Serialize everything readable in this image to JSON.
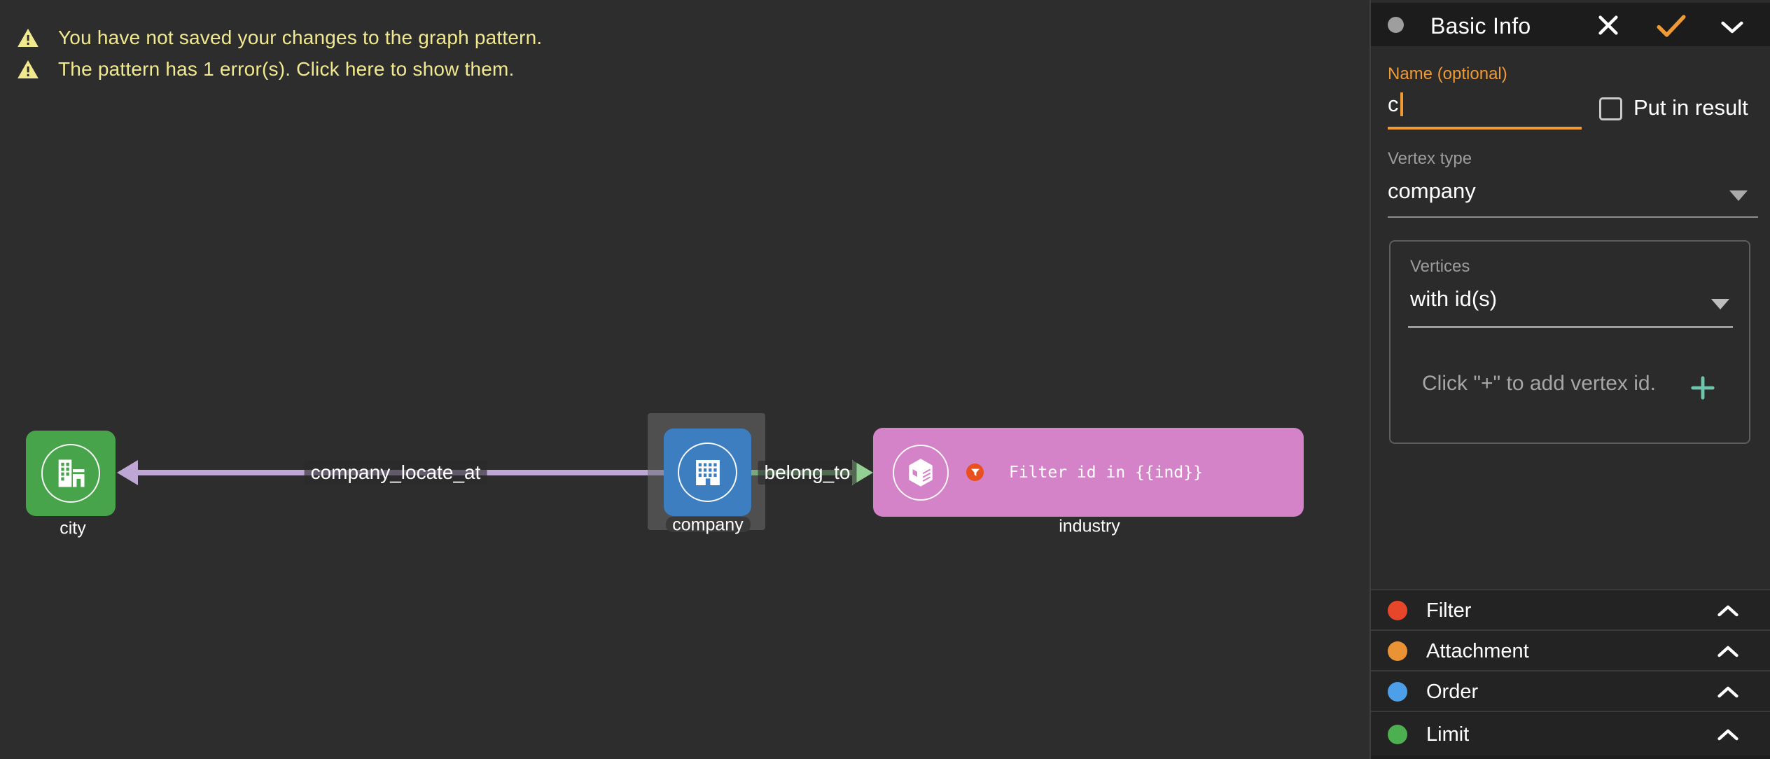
{
  "canvas": {
    "warnings": [
      {
        "icon": "warning-triangle",
        "text": "You have not saved your changes to the graph pattern."
      },
      {
        "icon": "warning-triangle",
        "text": "The pattern has 1 error(s). Click here to show them."
      }
    ],
    "nodes": [
      {
        "id": "city",
        "label": "city",
        "color": "#48A44B"
      },
      {
        "id": "company",
        "label": "company",
        "color": "#3D7EC0",
        "selected": true
      },
      {
        "id": "industry",
        "label": "industry",
        "color": "#D583C8",
        "filter_badge": {
          "icon": "funnel",
          "color": "#E8501F"
        },
        "filter_text": "Filter id in {{ind}}"
      }
    ],
    "edges": [
      {
        "label": "company_locate_at",
        "color": "#BEA7D5",
        "from": "company",
        "to": "city"
      },
      {
        "label": "belong_to",
        "color": "#93CF93",
        "from": "company",
        "to": "industry"
      }
    ]
  },
  "panel": {
    "header": {
      "title": "Basic Info",
      "dot_color": "#9E9E9E",
      "accent": "#EF9A35"
    },
    "name_field": {
      "label": "Name (optional)",
      "value": "c"
    },
    "put_in_result": {
      "label": "Put in result",
      "checked": false
    },
    "vertex_type": {
      "label": "Vertex type",
      "value": "company"
    },
    "vertices_box": {
      "label": "Vertices",
      "selector_value": "with id(s)",
      "hint": "Click \"+\" to add vertex id.",
      "plus_color": "#6FC6AE"
    },
    "sections": [
      {
        "label": "Filter",
        "dot_color": "#E8462B"
      },
      {
        "label": "Attachment",
        "dot_color": "#EA9335"
      },
      {
        "label": "Order",
        "dot_color": "#4D9FE9"
      },
      {
        "label": "Limit",
        "dot_color": "#4CAF50"
      }
    ]
  }
}
